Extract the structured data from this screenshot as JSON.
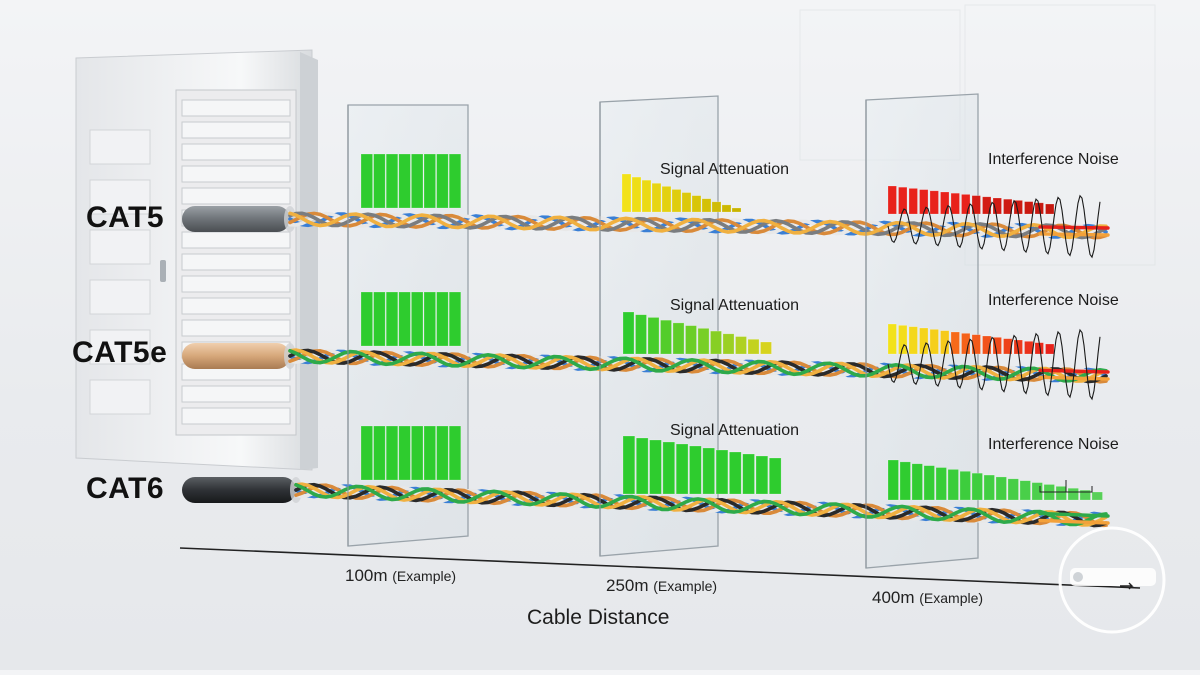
{
  "cables": [
    {
      "label": "CAT5"
    },
    {
      "label": "CAT5e"
    },
    {
      "label": "CAT6"
    }
  ],
  "panels": [
    {
      "distance": "100m",
      "note": "(Example)"
    },
    {
      "distance": "250m",
      "note": "(Example)"
    },
    {
      "distance": "400m",
      "note": "(Example)"
    }
  ],
  "titles": {
    "attenuation": "Signal Attenuation",
    "interference": "Interference Noise"
  },
  "axis": {
    "title": "Cable Distance"
  },
  "colors": {
    "good": "#2ecc2e",
    "warn": "#f2e21a",
    "bad": "#e8221b",
    "jacket_cat5": "#6e7378",
    "jacket_cat5e": "#d6a77a",
    "jacket_cat6": "#2f3236"
  },
  "icons": {
    "server": "server-rack-icon",
    "logo": "watermark-logo-icon"
  }
}
